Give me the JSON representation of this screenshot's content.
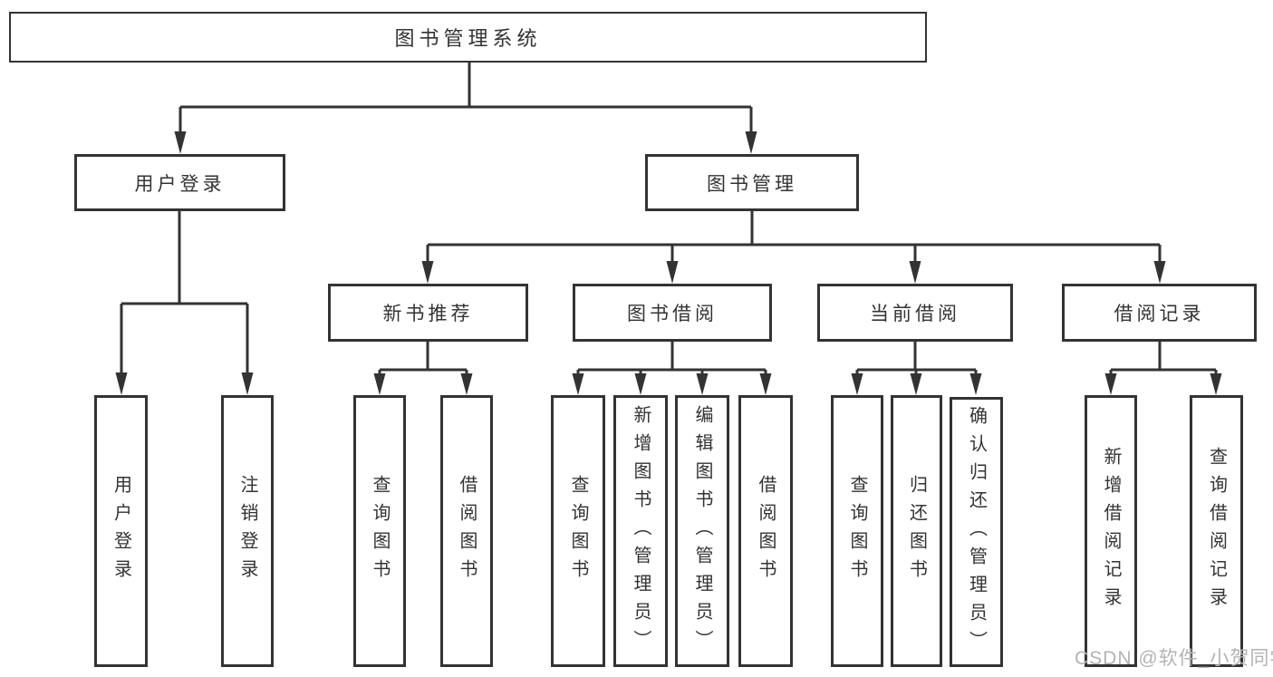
{
  "diagram": {
    "title": "图书管理系统",
    "colors": {
      "line": "#333333",
      "text": "#333333",
      "box_background": "#ffffff",
      "watermark": "#b3b3b3"
    },
    "root": {
      "label": "图书管理系统",
      "children": [
        {
          "label": "用户登录",
          "children": [
            {
              "label": "用户登录"
            },
            {
              "label": "注销登录"
            }
          ]
        },
        {
          "label": "图书管理",
          "children": [
            {
              "label": "新书推荐",
              "children": [
                {
                  "label": "查询图书"
                },
                {
                  "label": "借阅图书"
                }
              ]
            },
            {
              "label": "图书借阅",
              "children": [
                {
                  "label": "查询图书"
                },
                {
                  "label": "新增图书（管理员）"
                },
                {
                  "label": "编辑图书（管理员）"
                },
                {
                  "label": "借阅图书"
                }
              ]
            },
            {
              "label": "当前借阅",
              "children": [
                {
                  "label": "查询图书"
                },
                {
                  "label": "归还图书"
                },
                {
                  "label": "确认归还（管理员）"
                }
              ]
            },
            {
              "label": "借阅记录",
              "children": [
                {
                  "label": "新增借阅记录"
                },
                {
                  "label": "查询借阅记录"
                }
              ]
            }
          ]
        }
      ]
    },
    "watermark": "CSDN @软件_小贺同学"
  }
}
